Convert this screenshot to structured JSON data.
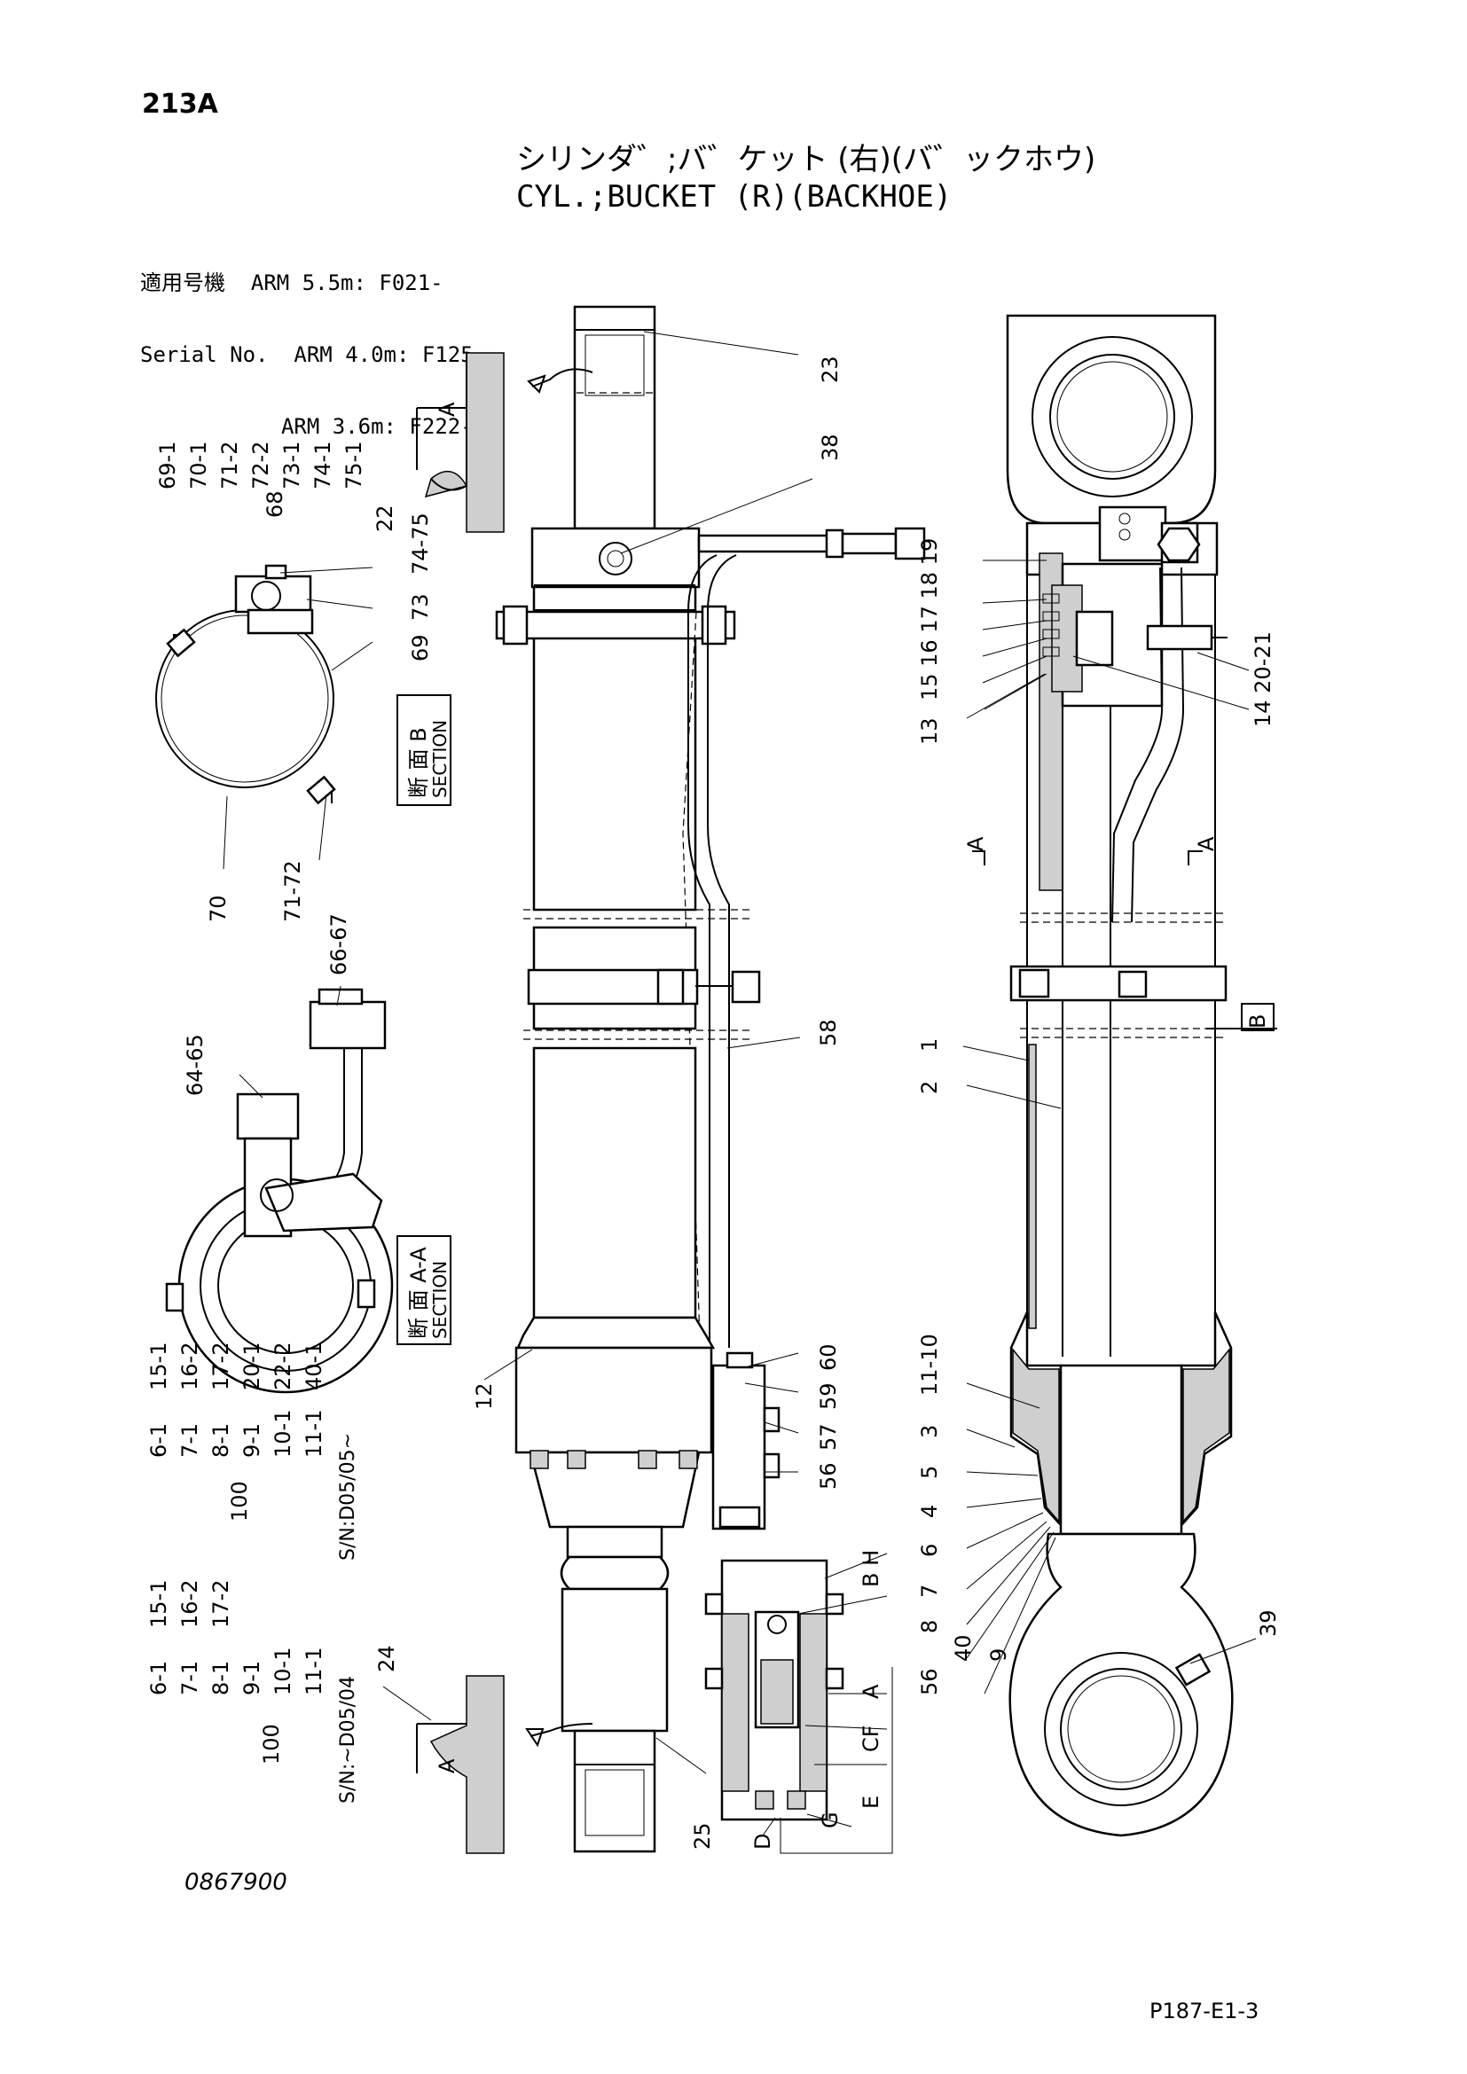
{
  "header": {
    "sheet_number": "213A",
    "title_jp": "シリンダ゛;バ゛ケット (右)(バ゛ックホウ)",
    "title_en": "CYL.;BUCKET (R)(BACKHOE)"
  },
  "serial_block": {
    "line1": "適用号機  ARM 5.5m: F021-",
    "line2": "Serial No.  ARM 4.0m: F125-",
    "line3": "           ARM 3.6m: F222-"
  },
  "section_labels": {
    "section_b_jp": "断 面 B",
    "section_b_en": "SECTION",
    "section_aa_jp": "断 面 A-A",
    "section_aa_en": "SECTION",
    "view_a_top": "A",
    "view_a_bottom": "A",
    "cut_a_left": "A",
    "cut_a_right": "A",
    "cut_b": "B"
  },
  "kits": {
    "kit68": {
      "number": "68",
      "items": [
        "69-1",
        "70-1",
        "71-2",
        "72-2",
        "73-1",
        "74-1",
        "75-1"
      ]
    },
    "kit100_new": {
      "number": "100",
      "serial": "S/N:D05/05~",
      "col1": [
        "6-1",
        "7-1",
        "8-1",
        "9-1",
        "10-1",
        "11-1"
      ],
      "col2": [
        "15-1",
        "16-2",
        "17-2",
        "20-1",
        "22-2",
        "40-1"
      ]
    },
    "kit100_old": {
      "number": "100",
      "serial": "S/N:~D05/04",
      "col1": [
        "6-1",
        "7-1",
        "8-1",
        "9-1",
        "10-1",
        "11-1"
      ],
      "col2": [
        "15-1",
        "16-2",
        "17-2"
      ]
    }
  },
  "callouts": {
    "c22": "22",
    "c23": "23",
    "c38": "38",
    "c74_75": "74-75",
    "c73": "73",
    "c69": "69",
    "c70": "70",
    "c71_72": "71-72",
    "c66_67": "66-67",
    "c64_65": "64-65",
    "c58": "58",
    "c12": "12",
    "c60": "60",
    "c59": "59",
    "c57": "57",
    "c56a": "56",
    "c24": "24",
    "c25": "25",
    "c56b": "56",
    "c_bh": "B H",
    "c_a": "A",
    "c_cf": "CF",
    "c_e": "E",
    "c_d": "D",
    "c_g": "G",
    "c19": "15 16 17 18 19",
    "c14_2021": "14 20-21",
    "c13": "13",
    "c1": "1",
    "c2": "2",
    "c11_10": "11-10",
    "c3": "3",
    "c5": "5",
    "c4": "4",
    "c6": "6",
    "c7": "7",
    "c8": "8",
    "c40": "40",
    "c9": "9",
    "c39": "39"
  },
  "footer": {
    "drawing_number": "0867900",
    "page_number": "P187-E1-3"
  }
}
